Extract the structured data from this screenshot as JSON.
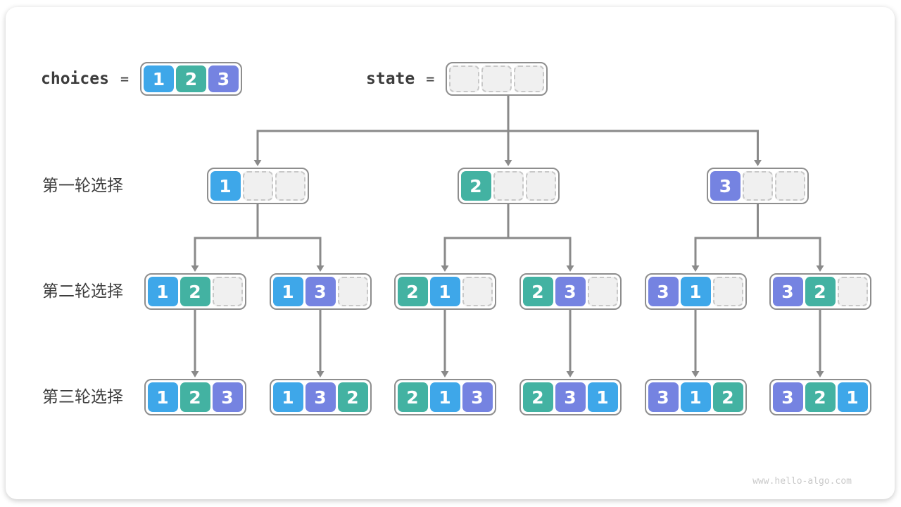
{
  "header": {
    "choices_label": "choices",
    "state_label": "state",
    "equals": "=",
    "choices_values": [
      1,
      2,
      3
    ],
    "state_values": [
      null,
      null,
      null
    ]
  },
  "rows": [
    {
      "label": "第一轮选择",
      "nodes": [
        [
          1,
          null,
          null
        ],
        [
          2,
          null,
          null
        ],
        [
          3,
          null,
          null
        ]
      ]
    },
    {
      "label": "第二轮选择",
      "nodes": [
        [
          1,
          2,
          null
        ],
        [
          1,
          3,
          null
        ],
        [
          2,
          1,
          null
        ],
        [
          2,
          3,
          null
        ],
        [
          3,
          1,
          null
        ],
        [
          3,
          2,
          null
        ]
      ]
    },
    {
      "label": "第三轮选择",
      "nodes": [
        [
          1,
          2,
          3
        ],
        [
          1,
          3,
          2
        ],
        [
          2,
          1,
          3
        ],
        [
          2,
          3,
          1
        ],
        [
          3,
          1,
          2
        ],
        [
          3,
          2,
          1
        ]
      ]
    }
  ],
  "colors": {
    "value_1": "#3EA7E9",
    "value_2": "#43B2A2",
    "value_3": "#7583E1",
    "connector": "#8A8A8A",
    "node_border": "#8E8E8E",
    "empty_cell_bg": "#F0F0F0",
    "empty_cell_border": "#C8C8C8",
    "text_dark": "#3C3C3C",
    "watermark": "#C9C9C9"
  },
  "footer": {
    "watermark": "www.hello-algo.com"
  }
}
